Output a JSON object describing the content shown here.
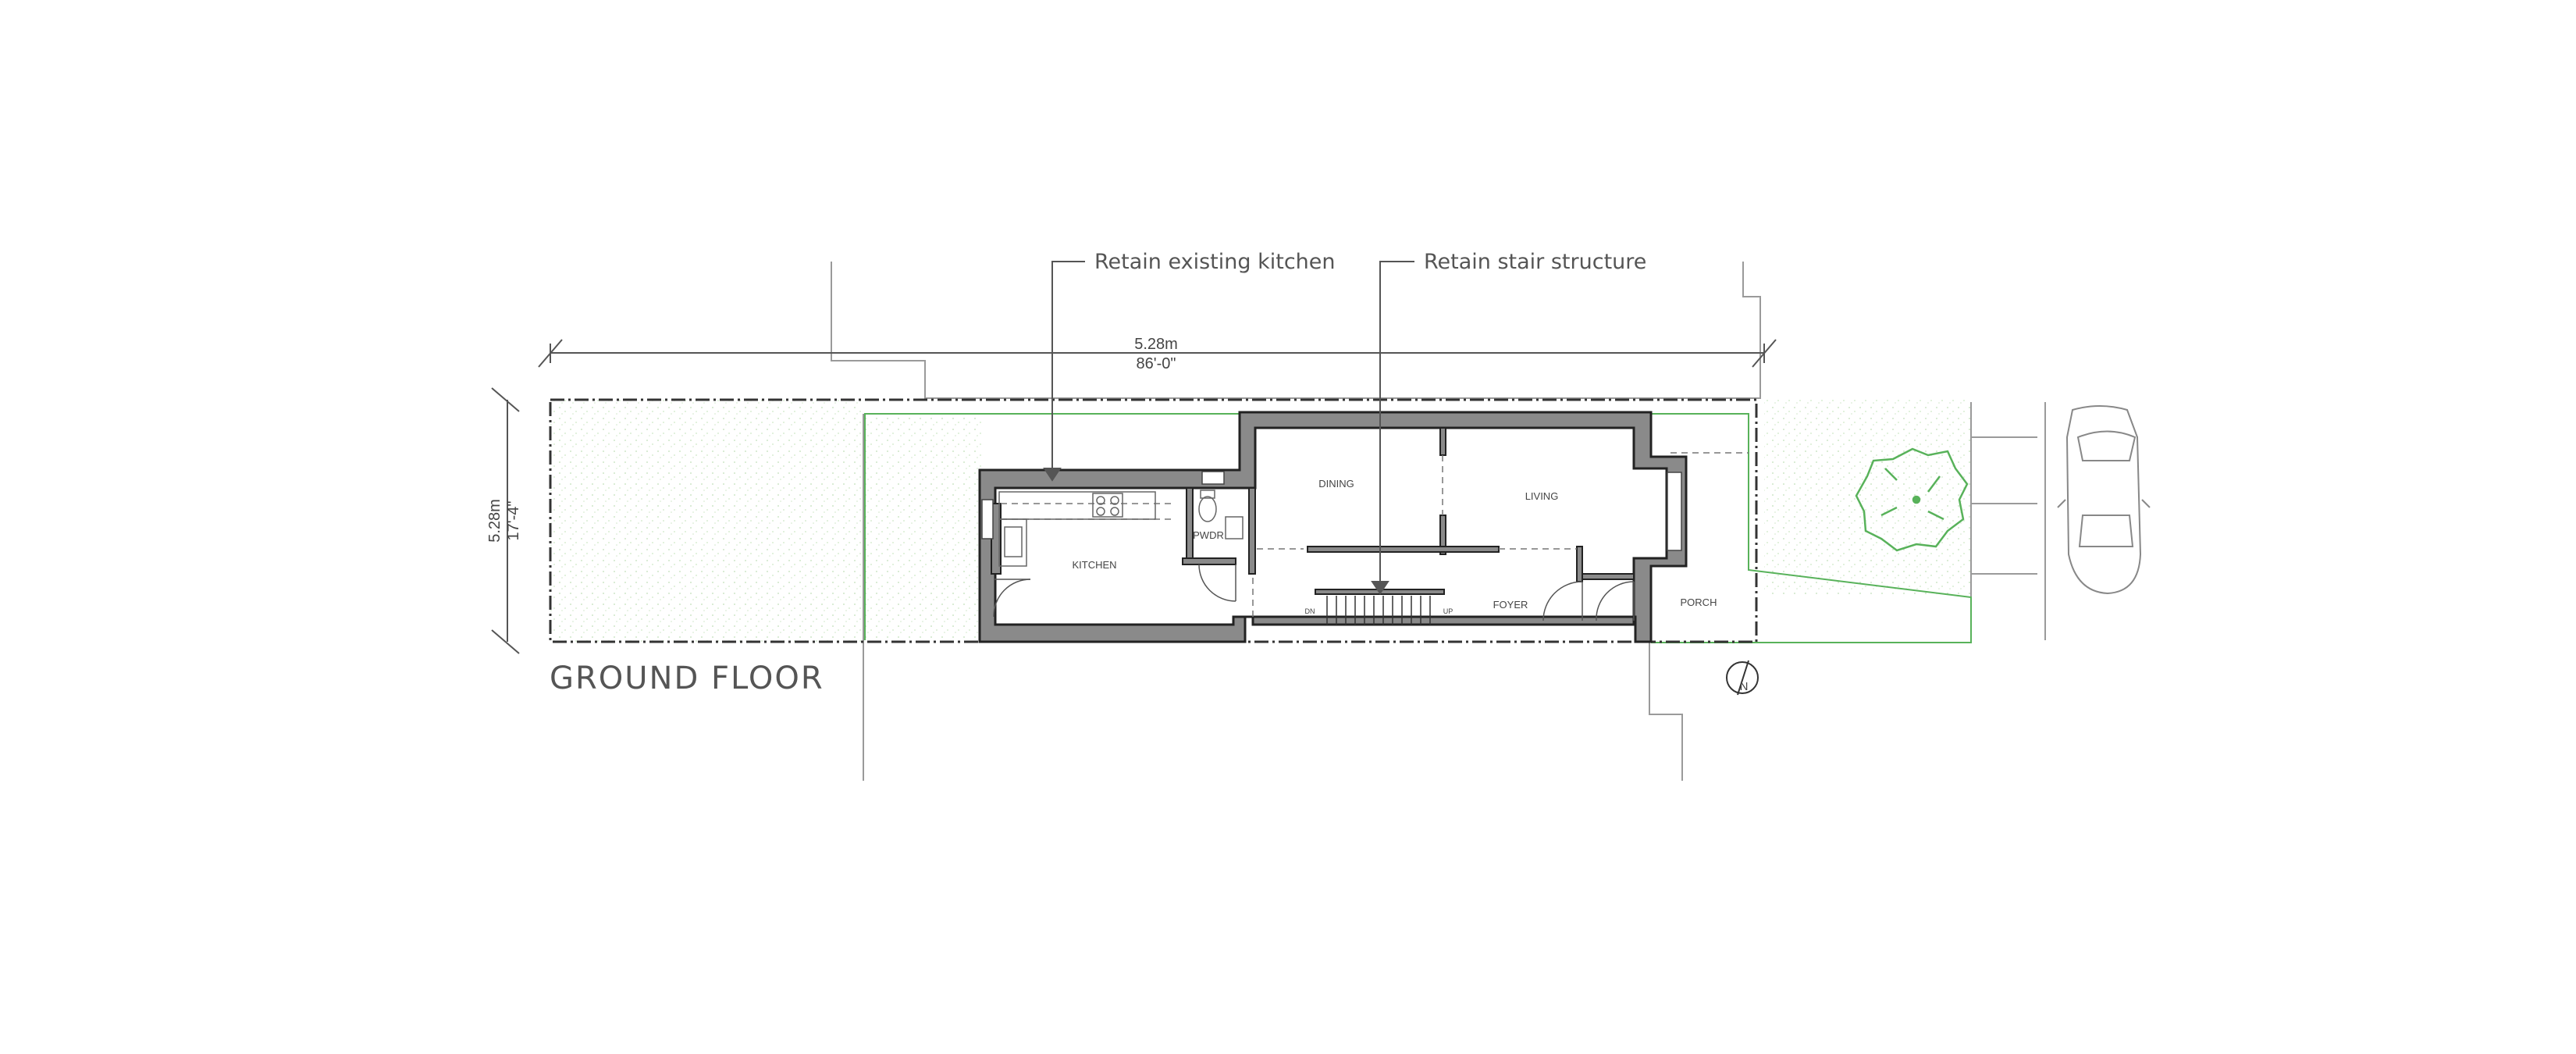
{
  "title": "GROUND FLOOR",
  "annotations": {
    "kitchen_note": "Retain existing kitchen",
    "stair_note": "Retain stair structure"
  },
  "dimensions": {
    "width_metric": "5.28m",
    "width_imperial": "86'-0\"",
    "depth_metric": "5.28m",
    "depth_imperial": "17'-4\""
  },
  "rooms": {
    "kitchen": "KITCHEN",
    "powder": "PWDR",
    "dining": "DINING",
    "living": "LIVING",
    "foyer": "FOYER",
    "porch": "PORCH"
  },
  "stair_labels": {
    "down": "DN",
    "up": "UP"
  },
  "north_arrow": "N",
  "colors": {
    "wall_fill": "#8a8a8a",
    "wall_stroke": "#222222",
    "landscape_green": "#58b25a",
    "lawn_hatch": "#cfe6c8",
    "line_grey": "#999999"
  },
  "icons": {
    "north": "north-arrow-icon",
    "tree": "tree-icon",
    "car": "car-icon"
  }
}
